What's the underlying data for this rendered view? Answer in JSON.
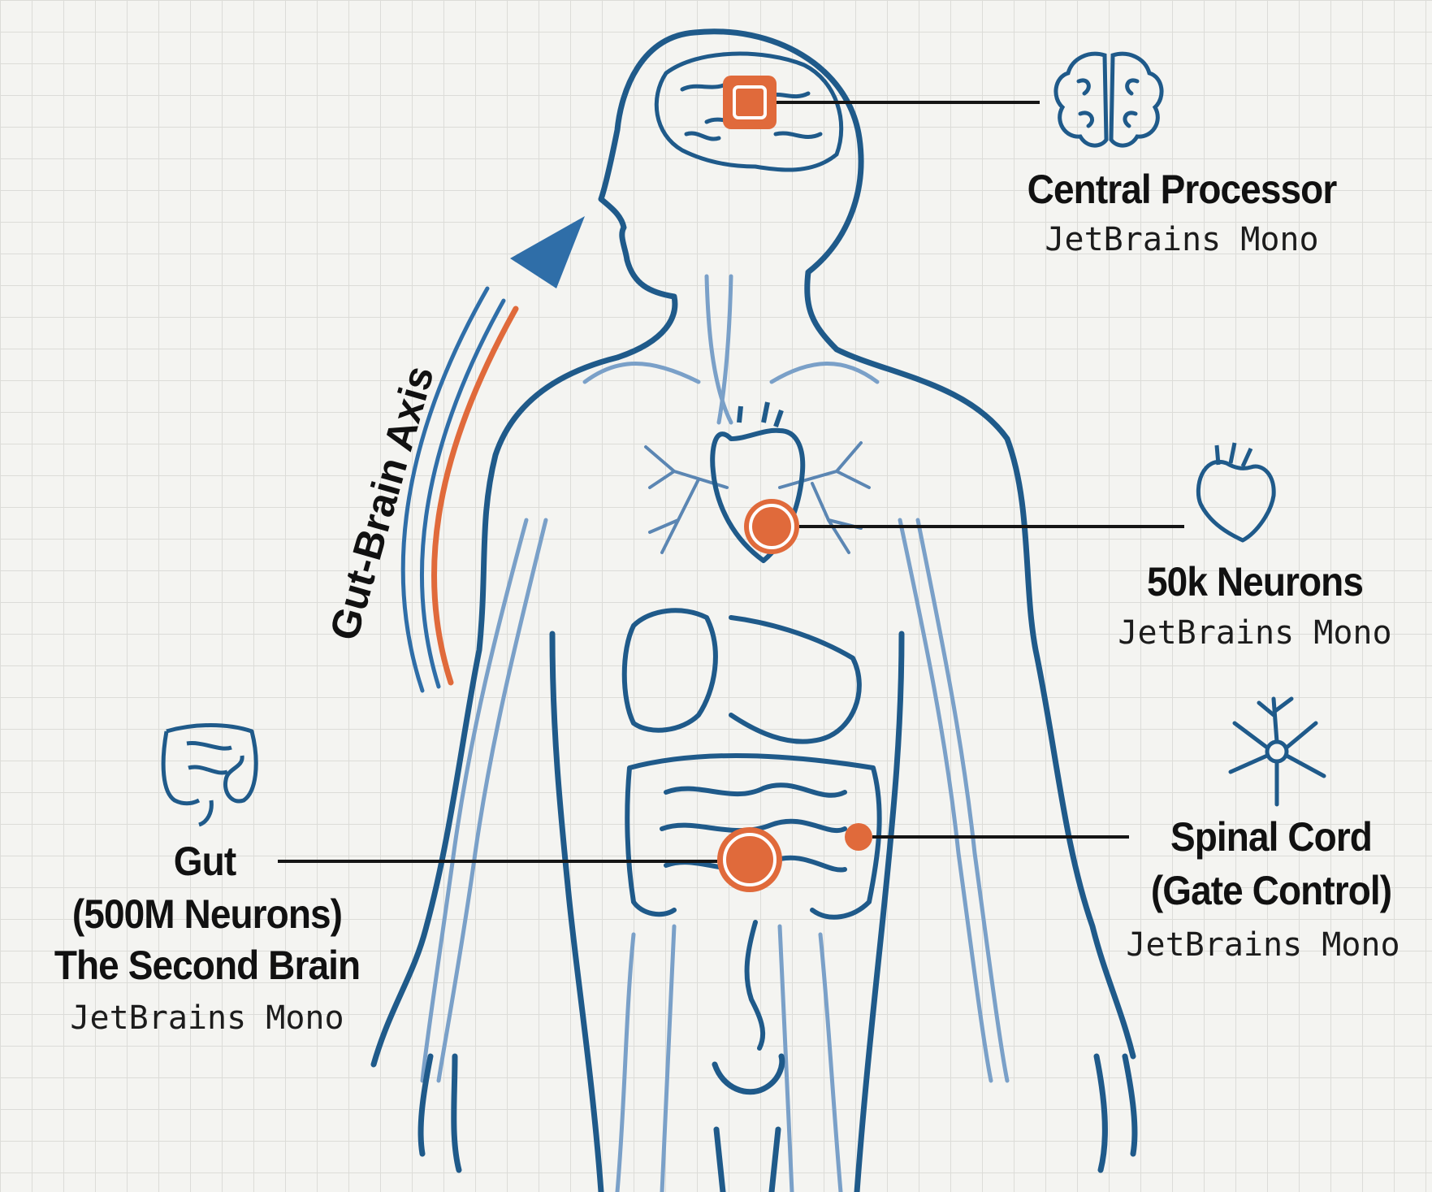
{
  "colors": {
    "body_line": "#1f5a8a",
    "vessel_line": "#5b86b3",
    "accent": "#e06a3b",
    "arrow": "#2f6ea8",
    "label_text": "#111111",
    "leader_line": "#151515"
  },
  "axis": {
    "label": "Gut-Brain Axis"
  },
  "callouts": {
    "brain": {
      "title": "Central Processor",
      "font_note": "JetBrains Mono",
      "icon": "brain-icon"
    },
    "heart": {
      "title": "50k Neurons",
      "font_note": "JetBrains Mono",
      "icon": "heart-icon"
    },
    "spine": {
      "title_line1": "Spinal Cord",
      "title_line2": "(Gate Control)",
      "font_note": "JetBrains Mono",
      "icon": "neuron-icon"
    },
    "gut": {
      "title_line1": "Gut",
      "title_line2": "(500M Neurons)",
      "title_line3": "The Second Brain",
      "font_note": "JetBrains Mono",
      "icon": "intestine-icon"
    }
  }
}
